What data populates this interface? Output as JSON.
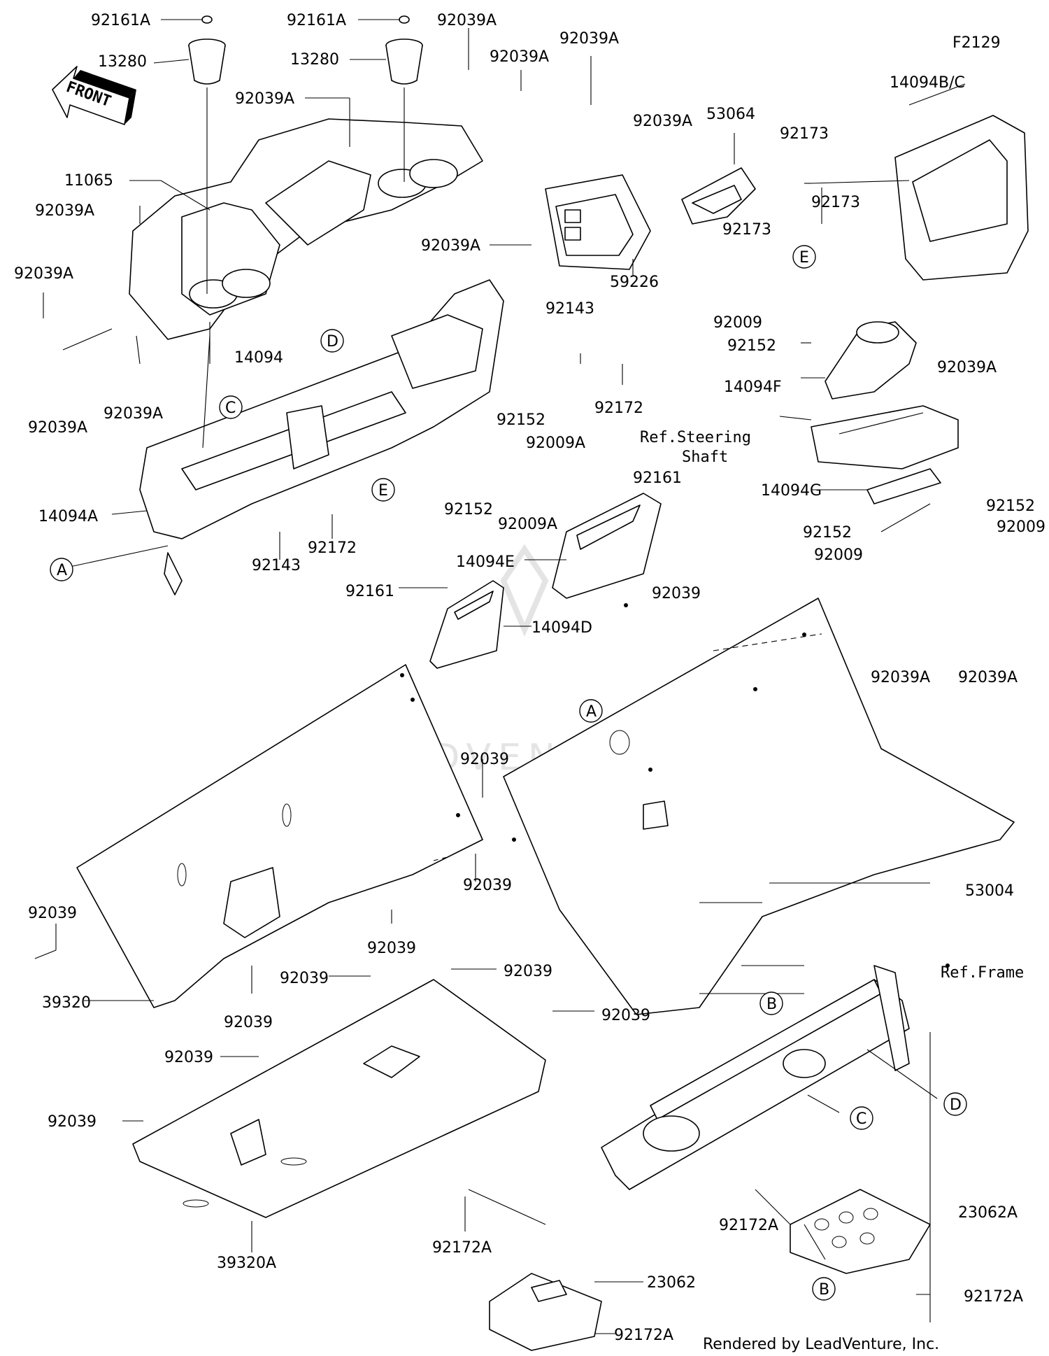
{
  "header": {
    "figure_id": "F2129",
    "front_label": "FRONT"
  },
  "footer": {
    "rendered_by": "Rendered by LeadVenture, Inc."
  },
  "watermark": {
    "text": "LEADVENTURE"
  },
  "references": {
    "steering_line1": "Ref.Steering",
    "steering_line2": "Shaft",
    "frame": "Ref.Frame"
  },
  "callouts": {
    "a": "A",
    "b": "B",
    "c": "C",
    "d": "D",
    "e": "E"
  },
  "parts": {
    "p92161A": "92161A",
    "p13280": "13280",
    "p92039A": "92039A",
    "p14094BC": "14094B/C",
    "p53064": "53064",
    "p92173": "92173",
    "p11065": "11065",
    "p59226": "59226",
    "p14094": "14094",
    "p92143": "92143",
    "p92172": "92172",
    "p92152": "92152",
    "p92009A": "92009A",
    "p92161": "92161",
    "p14094A": "14094A",
    "p14094E": "14094E",
    "p14094D": "14094D",
    "p92009": "92009",
    "p14094F": "14094F",
    "p14094G": "14094G",
    "p92039": "92039",
    "p53004": "53004",
    "p39320": "39320",
    "p39320A": "39320A",
    "p92172A": "92172A",
    "p23062": "23062",
    "p23062A": "23062A"
  }
}
